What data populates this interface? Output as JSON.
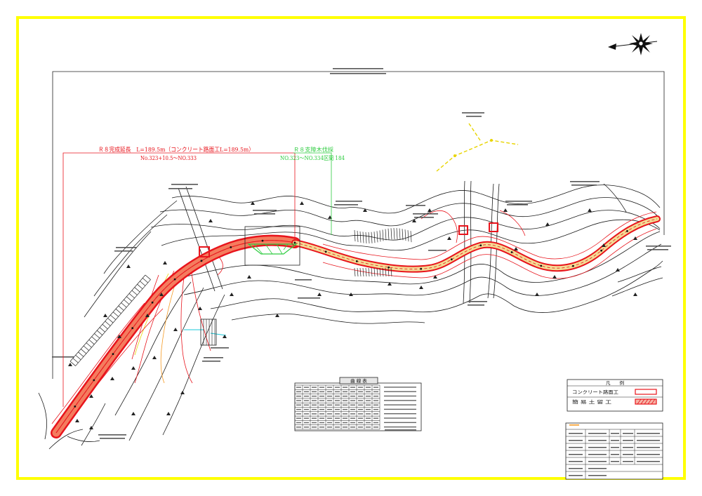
{
  "sheet": {
    "border_color": "#ffff00",
    "frame_color": "#222222"
  },
  "annotations": {
    "completed_extension": {
      "line1": "Ｒ８完成延長　L=189.5m（コンクリート路面工L=189.5m）",
      "line2": "No.323+10.5～NO.333",
      "color": "#e8141c"
    },
    "tree_clearing": {
      "line1": "Ｒ８支障木伐採",
      "line2": "NO.323～NO.334区間 184",
      "color": "#2ecc40"
    }
  },
  "legend": {
    "title": "凡　　例",
    "items": [
      {
        "label": "コンクリート路面工",
        "color": "#e8141c"
      },
      {
        "label": "簡 易 土 留 工",
        "color": "#e8141c"
      }
    ]
  },
  "curve_table": {
    "title": "曲 線 表"
  },
  "icons": {
    "north_arrow": "north-arrow-icon"
  },
  "colors": {
    "road_red": "#e8141c",
    "concrete_fill": "#f47c5e",
    "road_inner": "#f3dc95",
    "contour": "#1a1a1a",
    "survey_line": "#e8d400",
    "cyan": "#18c8d8",
    "green": "#2ecc40"
  }
}
